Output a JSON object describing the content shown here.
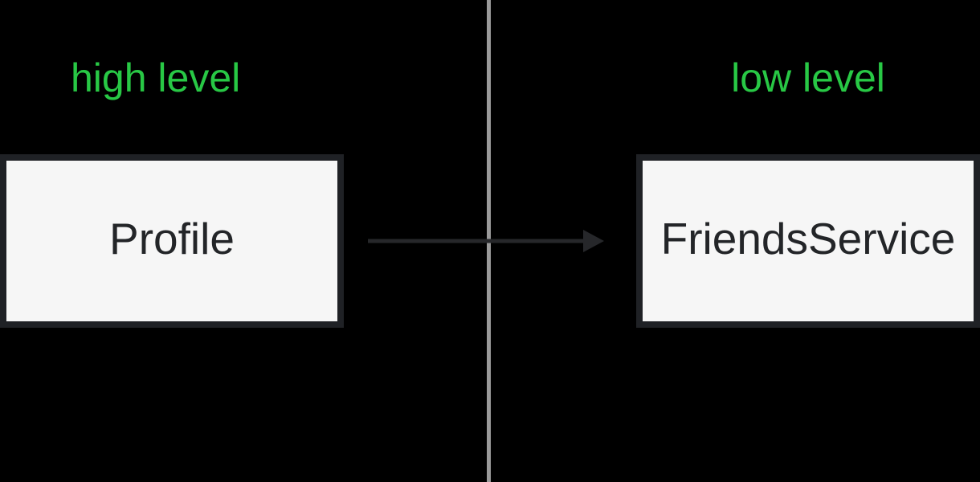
{
  "diagram": {
    "left_section_label": "high level",
    "right_section_label": "low level",
    "left_node_label": "Profile",
    "right_node_label": "FriendsService",
    "connector": {
      "from": "Profile",
      "to": "FriendsService",
      "direction": "left-to-right"
    }
  },
  "colors": {
    "background": "#000000",
    "accent-green": "#28c845",
    "node-fill": "#f6f6f6",
    "node-border": "#1f2125",
    "node-text": "#232528",
    "divider": "#9a9a9a",
    "arrow": "#26272a"
  }
}
